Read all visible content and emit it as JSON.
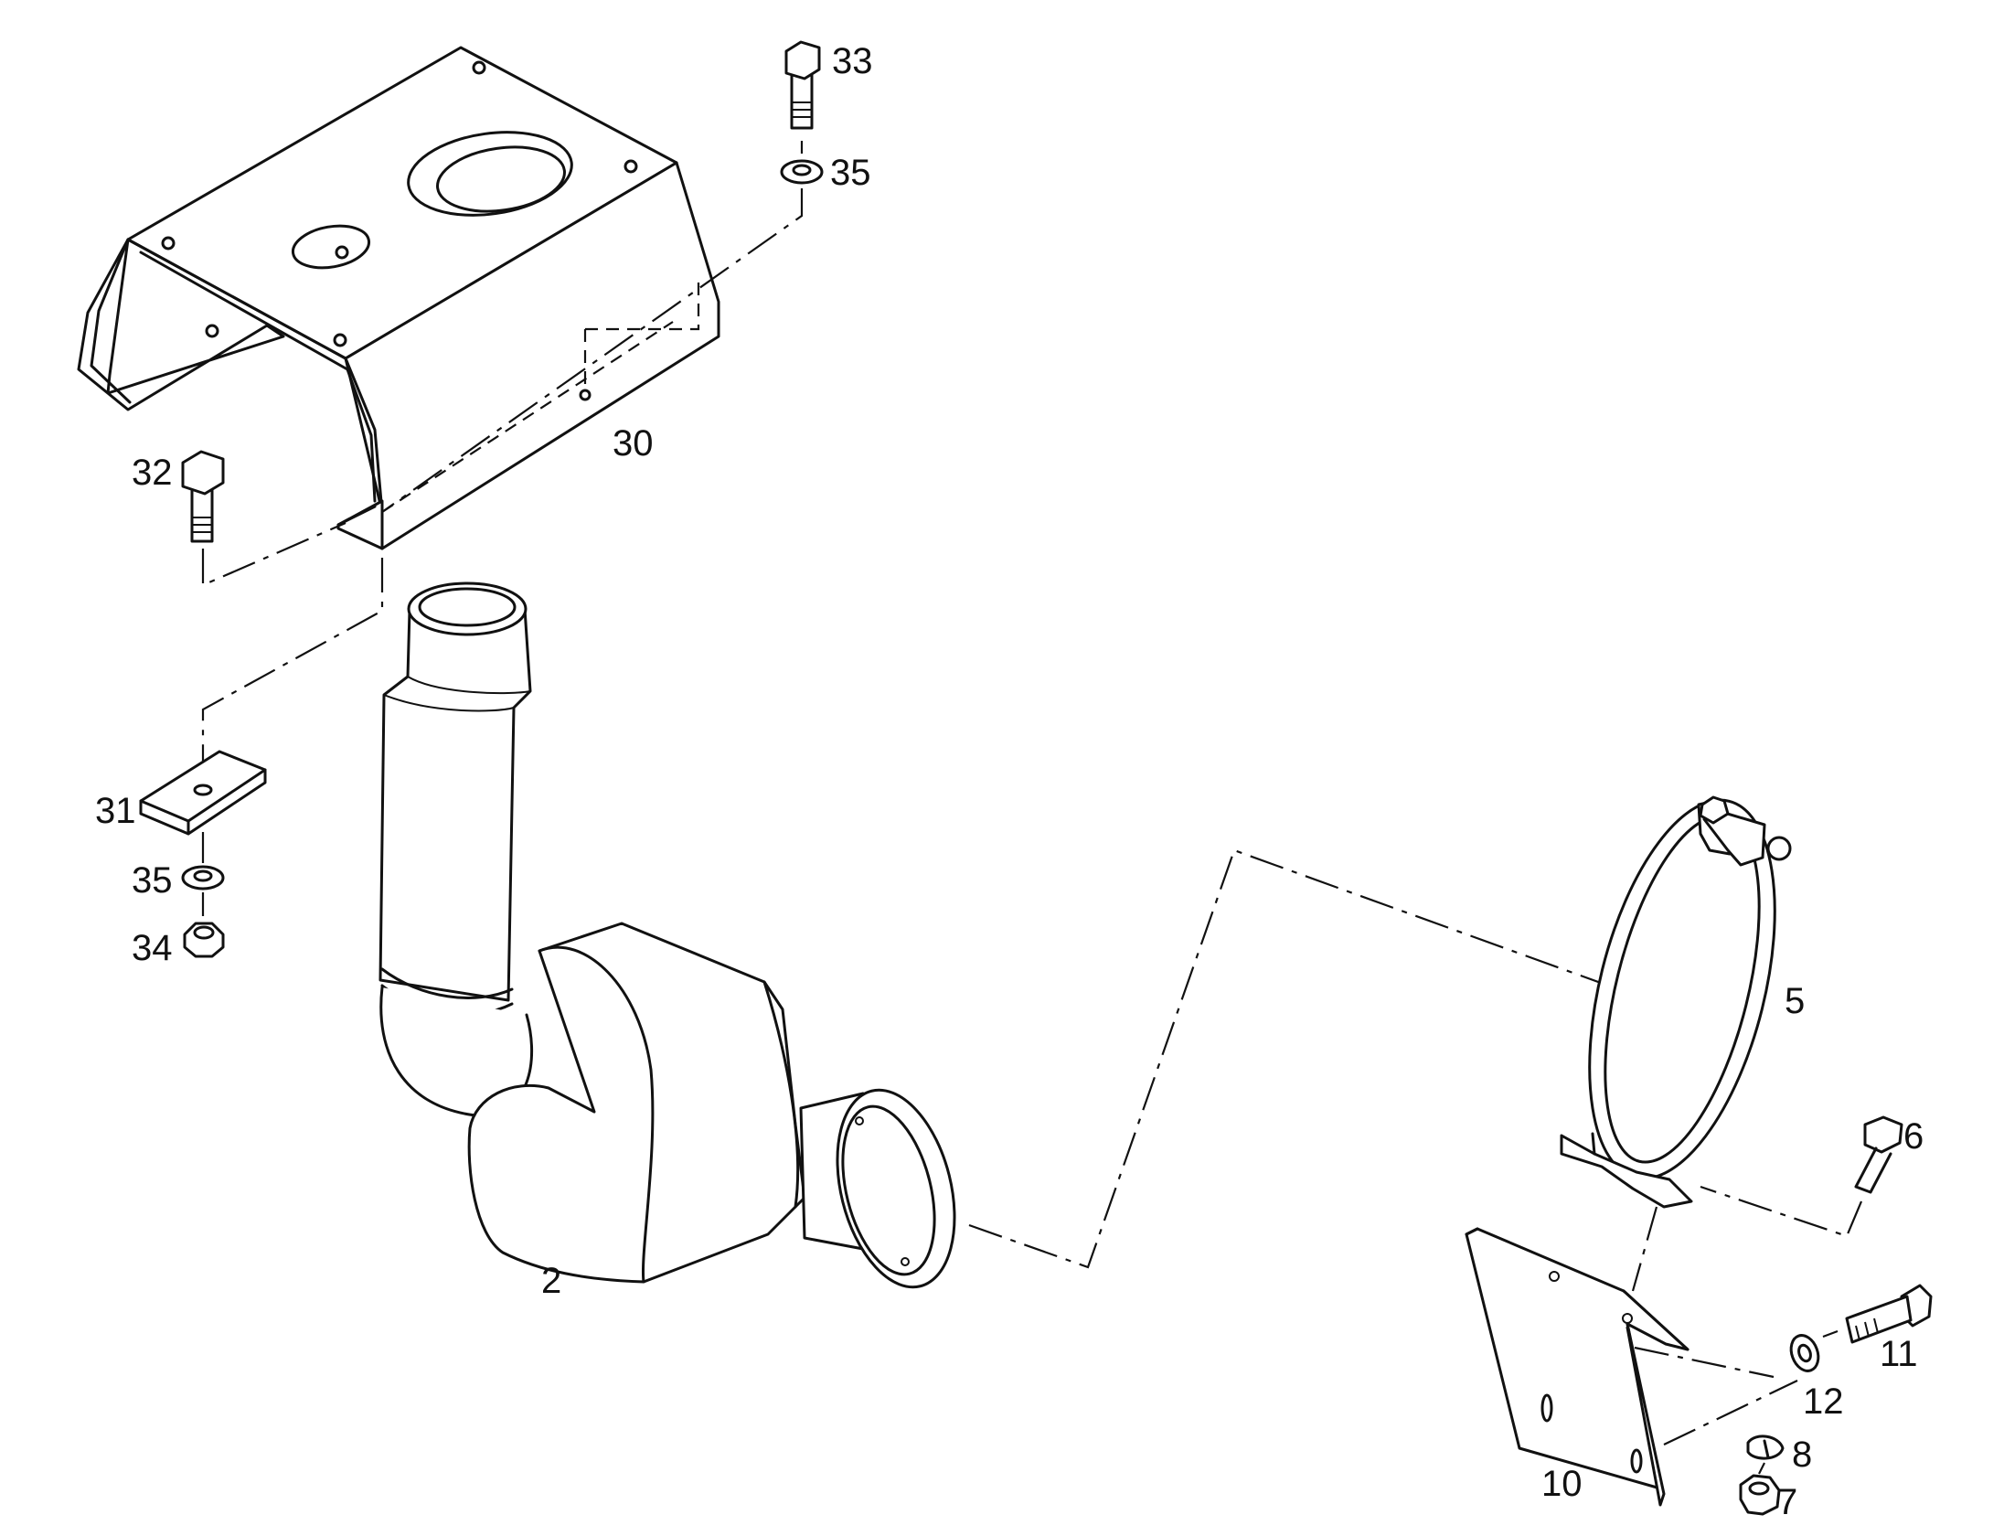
{
  "callouts": {
    "c33": "33",
    "c35a": "35",
    "c30": "30",
    "c32": "32",
    "c31": "31",
    "c35b": "35",
    "c34": "34",
    "c2": "2",
    "c5": "5",
    "c6": "6",
    "c11": "11",
    "c12": "12",
    "c8": "8",
    "c7": "7",
    "c10": "10"
  }
}
